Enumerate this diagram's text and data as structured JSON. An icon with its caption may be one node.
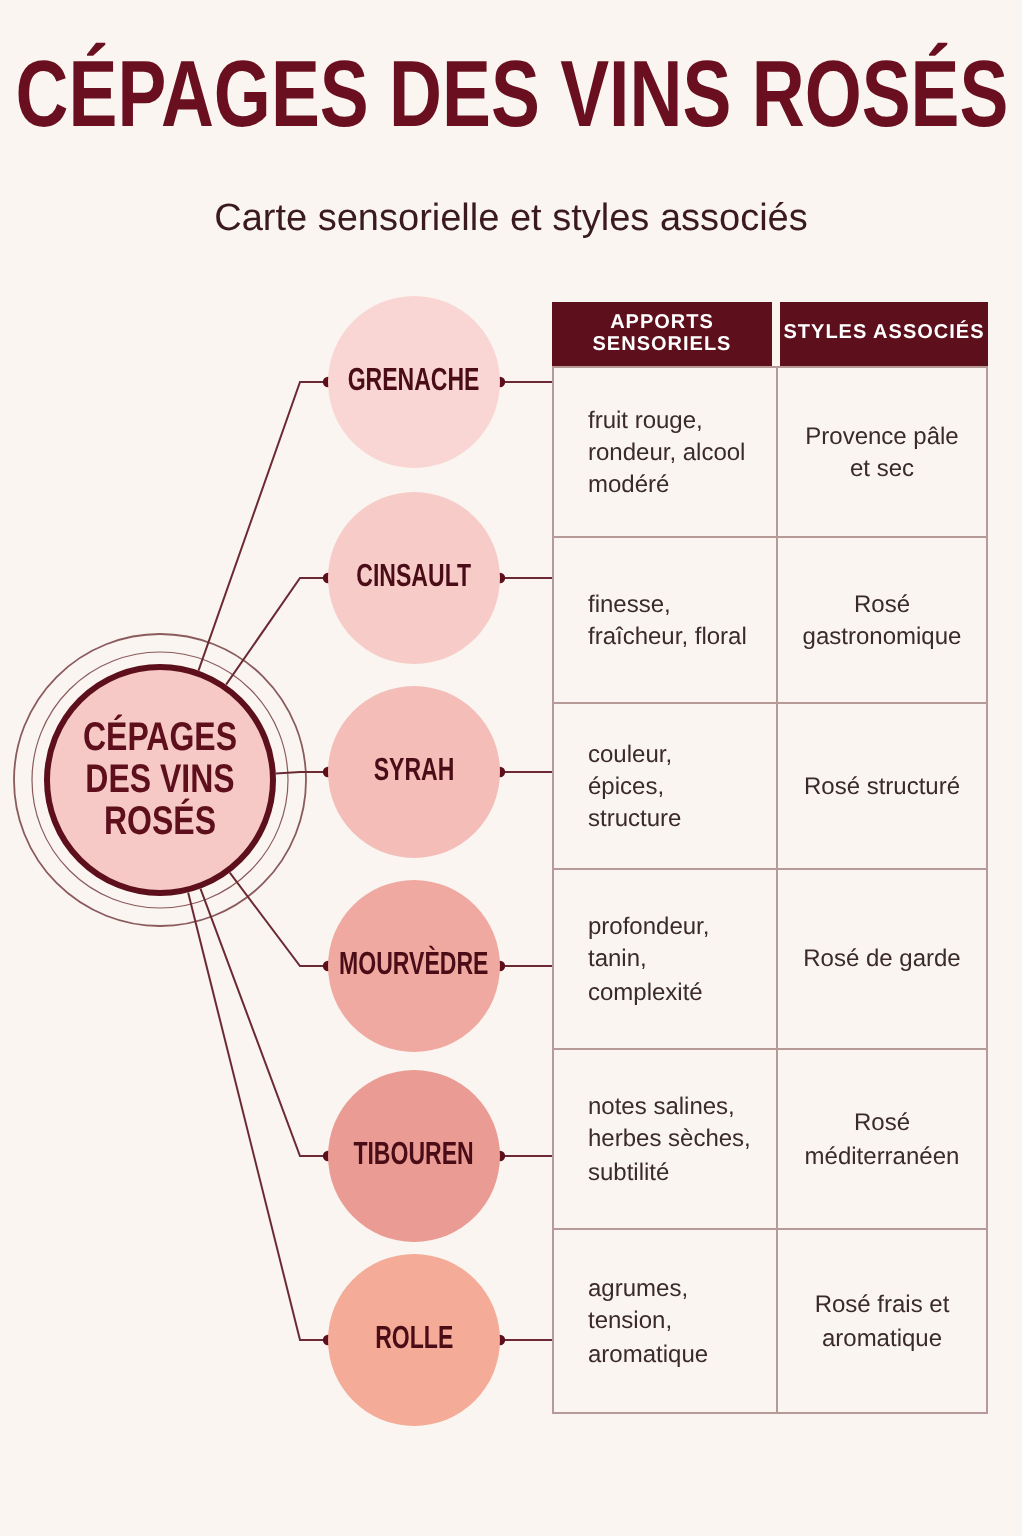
{
  "diagram": {
    "title": "CÉPAGES DES VINS ROSÉS",
    "caption": "Carte sensorielle et styles associés",
    "nodes": [
      {
        "text": [
          "CÉPAGES DES VINS ROSÉS"
        ]
      },
      {
        "text": [
          "GRENACHE"
        ]
      },
      {
        "text": [
          "CINSAULT"
        ]
      },
      {
        "text": [
          "SYRAH"
        ]
      },
      {
        "text": [
          "MOURVÈDRE"
        ]
      },
      {
        "text": [
          "TIBOUREN"
        ]
      },
      {
        "text": [
          "ROLLE"
        ]
      },
      {
        "text": [
          "fruit rouge, rondeur, alcool modéré"
        ]
      },
      {
        "text": [
          "finesse, fraîcheur, floral"
        ]
      },
      {
        "text": [
          "couleur, épices, structure"
        ]
      },
      {
        "text": [
          "profondeur, tanin, complexité"
        ]
      },
      {
        "text": [
          "notes salines, herbes sèches, subtilité"
        ]
      },
      {
        "text": [
          "agrumes, tension, aromatique"
        ]
      },
      {
        "text": [
          "Provence pâle et sec"
        ]
      },
      {
        "text": [
          "Rosé gastronomique"
        ]
      },
      {
        "text": [
          "Rosé structuré"
        ]
      },
      {
        "text": [
          "Rosé de garde"
        ]
      },
      {
        "text": [
          "Rosé méditerranéen"
        ]
      },
      {
        "text": [
          "Rosé frais et aromatique"
        ]
      }
    ],
    "edges": [
      {
        "from": 0,
        "to": 1,
        "arrow": "other"
      },
      {
        "from": 0,
        "to": 2,
        "arrow": "other"
      },
      {
        "from": 0,
        "to": 3,
        "arrow": "other"
      },
      {
        "from": 0,
        "to": 4,
        "arrow": "other"
      },
      {
        "from": 0,
        "to": 5,
        "arrow": "other"
      },
      {
        "from": 0,
        "to": 6,
        "arrow": "other"
      },
      {
        "from": 7,
        "to": 1,
        "arrow": "other"
      },
      {
        "from": 8,
        "to": 2,
        "arrow": "other"
      },
      {
        "from": 9,
        "to": 3,
        "arrow": "other"
      },
      {
        "from": 10,
        "to": 4,
        "arrow": "other"
      },
      {
        "from": 11,
        "to": 5,
        "arrow": "other"
      },
      {
        "from": 12,
        "to": 6,
        "arrow": "other"
      }
    ],
    "labels": [
      "APPORTS SENSORIELS",
      "STYLES ASSOCIÉS"
    ]
  }
}
